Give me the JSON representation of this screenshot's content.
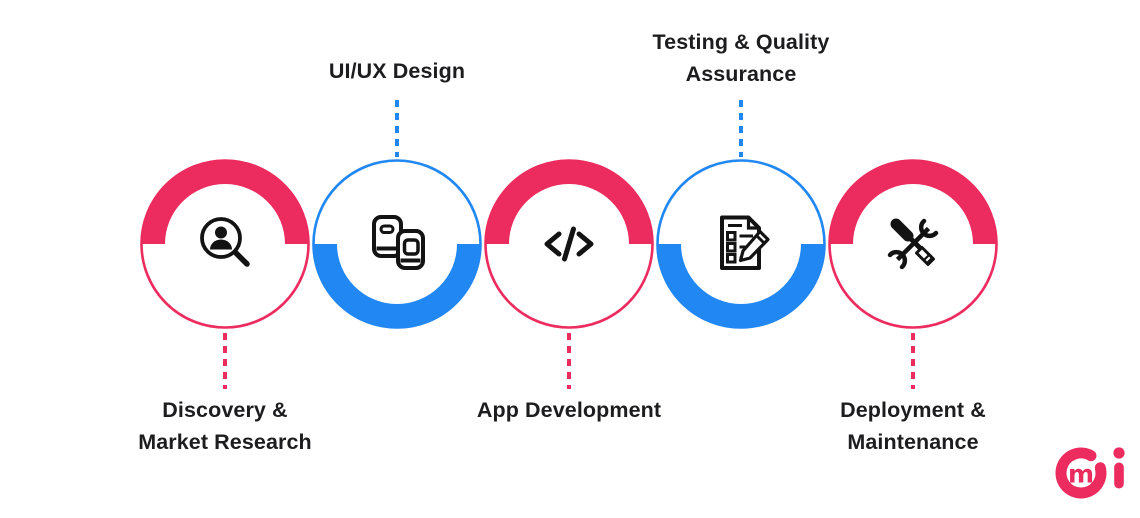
{
  "diagram": {
    "type": "process-infographic",
    "background": "#FFFFFF"
  },
  "colors": {
    "pink": "#EC2B5E",
    "blue": "#2187F2",
    "icon_black": "#131313",
    "label_text": "#1D1D1F"
  },
  "steps": [
    {
      "id": "discovery-market-research",
      "label_line1": "Discovery &",
      "label_line2": "Market Research",
      "accent": "pink",
      "label_position": "bottom",
      "icon": "user-search-icon"
    },
    {
      "id": "uiux-design",
      "label_line1": "UI/UX Design",
      "label_line2": "",
      "accent": "blue",
      "label_position": "top",
      "icon": "phones-icon"
    },
    {
      "id": "app-development",
      "label_line1": "App Development",
      "label_line2": "",
      "accent": "pink",
      "label_position": "bottom",
      "icon": "code-icon"
    },
    {
      "id": "testing-quality-assurance",
      "label_line1": "Testing & Quality",
      "label_line2": "Assurance",
      "accent": "blue",
      "label_position": "top",
      "icon": "checklist-pencil-icon"
    },
    {
      "id": "deployment-maintenance",
      "label_line1": "Deployment &",
      "label_line2": "Maintenance",
      "accent": "pink",
      "label_position": "bottom",
      "icon": "tools-icon"
    }
  ],
  "logo": {
    "monogram": "m",
    "letter_i": "i",
    "color": "#EC2B5E"
  }
}
